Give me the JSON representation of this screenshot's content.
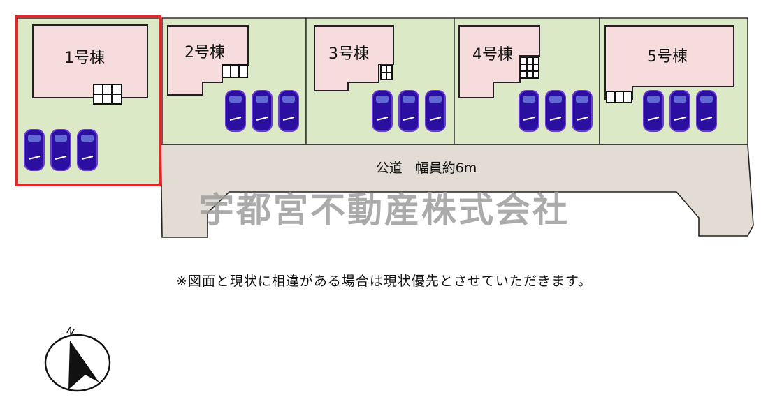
{
  "lots": [
    {
      "label": "1号棟",
      "cars": 3,
      "selected": true
    },
    {
      "label": "2号棟",
      "cars": 3,
      "selected": false
    },
    {
      "label": "3号棟",
      "cars": 3,
      "selected": false
    },
    {
      "label": "4号棟",
      "cars": 3,
      "selected": false
    },
    {
      "label": "5号棟",
      "cars": 3,
      "selected": false
    }
  ],
  "road": {
    "label": "公道　幅員約6m"
  },
  "watermark": "宇都宮不動産株式会社",
  "disclaimer": "※図面と現状に相違がある場合は現状優先とさせていただきます。",
  "compass": {
    "label": "N"
  },
  "colors": {
    "lot_fill": "#dce9c7",
    "house_fill": "#f6dcdc",
    "road_fill": "#e2dcd4",
    "car_fill": "#2a0fa0",
    "car_outline": "#6b3bd6",
    "selection": "#e3262b",
    "watermark": "#9c9c9c"
  }
}
